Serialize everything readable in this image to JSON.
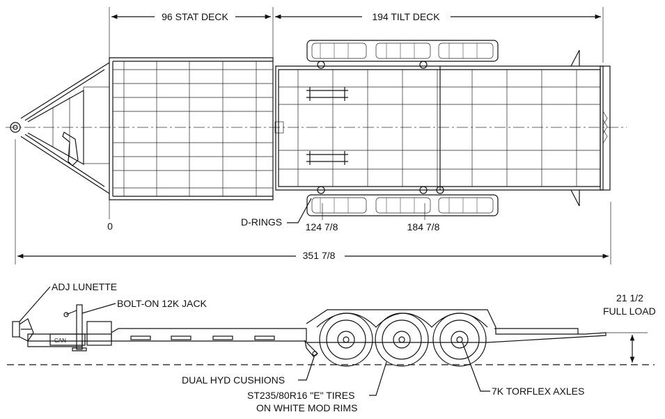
{
  "top_view": {
    "dim_stat_deck": "96 STAT DECK",
    "dim_tilt_deck": "194 TILT DECK",
    "dim_zero": "0",
    "dim_124": "124 7/8",
    "dim_184": "184 7/8",
    "dim_overall": "351 7/8",
    "label_d_rings": "D-RINGS"
  },
  "side_view": {
    "label_adj_lunette": "ADJ LUNETTE",
    "label_jack": "BOLT-ON 12K JACK",
    "dim_height_value": "21 1/2",
    "dim_height_note": "FULL LOAD",
    "label_cushions": "DUAL HYD CUSHIONS",
    "label_tires_line1": "ST235/80R16 \"E\" TIRES",
    "label_tires_line2": "ON WHITE MOD RIMS",
    "label_axles": "7K TORFLEX AXLES"
  }
}
